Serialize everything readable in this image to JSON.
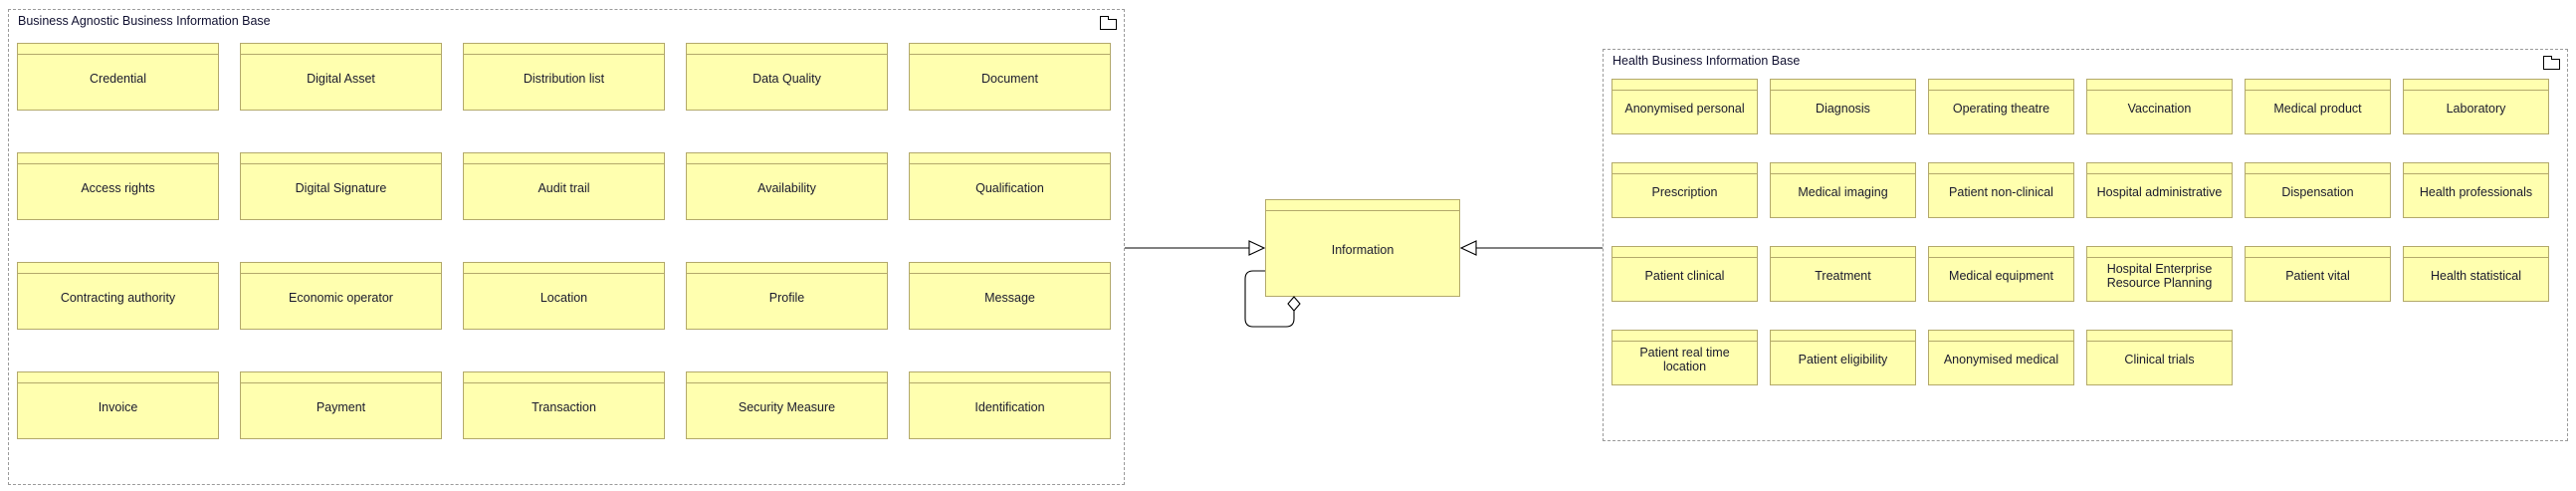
{
  "diagram": {
    "type": "archimate-business-object-diagram",
    "background": "#ffffff",
    "object_fill": "#ffffaf",
    "object_border": "#b3a96b",
    "group_border": "#9a9a9a"
  },
  "left_group": {
    "title": "Business Agnostic Business Information Base",
    "icon": "folder-icon",
    "columns": 5,
    "rows": 4,
    "objects": [
      {
        "label": "Credential",
        "col": 0,
        "row": 0
      },
      {
        "label": "Digital Asset",
        "col": 1,
        "row": 0
      },
      {
        "label": "Distribution list",
        "col": 2,
        "row": 0
      },
      {
        "label": "Data Quality",
        "col": 3,
        "row": 0
      },
      {
        "label": "Document",
        "col": 4,
        "row": 0
      },
      {
        "label": "Access rights",
        "col": 0,
        "row": 1
      },
      {
        "label": "Digital Signature",
        "col": 1,
        "row": 1
      },
      {
        "label": "Audit trail",
        "col": 2,
        "row": 1
      },
      {
        "label": "Availability",
        "col": 3,
        "row": 1
      },
      {
        "label": "Qualification",
        "col": 4,
        "row": 1
      },
      {
        "label": "Contracting authority",
        "col": 0,
        "row": 2
      },
      {
        "label": "Economic operator",
        "col": 1,
        "row": 2
      },
      {
        "label": "Location",
        "col": 2,
        "row": 2
      },
      {
        "label": "Profile",
        "col": 3,
        "row": 2
      },
      {
        "label": "Message",
        "col": 4,
        "row": 2
      },
      {
        "label": "Invoice",
        "col": 0,
        "row": 3
      },
      {
        "label": "Payment",
        "col": 1,
        "row": 3
      },
      {
        "label": "Transaction",
        "col": 2,
        "row": 3
      },
      {
        "label": "Security Measure",
        "col": 3,
        "row": 3
      },
      {
        "label": "Identification",
        "col": 4,
        "row": 3
      }
    ]
  },
  "center": {
    "label": "Information",
    "relations": [
      {
        "from": "left-group",
        "to": "information",
        "kind": "realization-arrow-right",
        "head": "hollow-triangle"
      },
      {
        "from": "right-group",
        "to": "information",
        "kind": "realization-arrow-left",
        "head": "hollow-triangle"
      },
      {
        "from": "information",
        "to": "information",
        "kind": "aggregation-self-loop",
        "head": "hollow-diamond"
      }
    ]
  },
  "right_group": {
    "title": "Health Business Information Base",
    "icon": "folder-icon",
    "columns": 6,
    "rows": 4,
    "objects": [
      {
        "label": "Anonymised personal",
        "col": 0,
        "row": 0
      },
      {
        "label": "Diagnosis",
        "col": 1,
        "row": 0
      },
      {
        "label": "Operating theatre",
        "col": 2,
        "row": 0
      },
      {
        "label": "Vaccination",
        "col": 3,
        "row": 0
      },
      {
        "label": "Medical product",
        "col": 4,
        "row": 0
      },
      {
        "label": "Laboratory",
        "col": 5,
        "row": 0
      },
      {
        "label": "Prescription",
        "col": 0,
        "row": 1
      },
      {
        "label": "Medical imaging",
        "col": 1,
        "row": 1
      },
      {
        "label": "Patient non-clinical",
        "col": 2,
        "row": 1
      },
      {
        "label": "Hospital administrative",
        "col": 3,
        "row": 1
      },
      {
        "label": "Dispensation",
        "col": 4,
        "row": 1
      },
      {
        "label": "Health professionals",
        "col": 5,
        "row": 1
      },
      {
        "label": "Patient clinical",
        "col": 0,
        "row": 2
      },
      {
        "label": "Treatment",
        "col": 1,
        "row": 2
      },
      {
        "label": "Medical equipment",
        "col": 2,
        "row": 2
      },
      {
        "label": "Hospital Enterprise\nResource Planning",
        "col": 3,
        "row": 2
      },
      {
        "label": "Patient vital",
        "col": 4,
        "row": 2
      },
      {
        "label": "Health statistical",
        "col": 5,
        "row": 2
      },
      {
        "label": "Patient real time location",
        "col": 0,
        "row": 3
      },
      {
        "label": "Patient eligibility",
        "col": 1,
        "row": 3
      },
      {
        "label": "Anonymised medical",
        "col": 2,
        "row": 3
      },
      {
        "label": "Clinical trials",
        "col": 3,
        "row": 3
      }
    ]
  }
}
